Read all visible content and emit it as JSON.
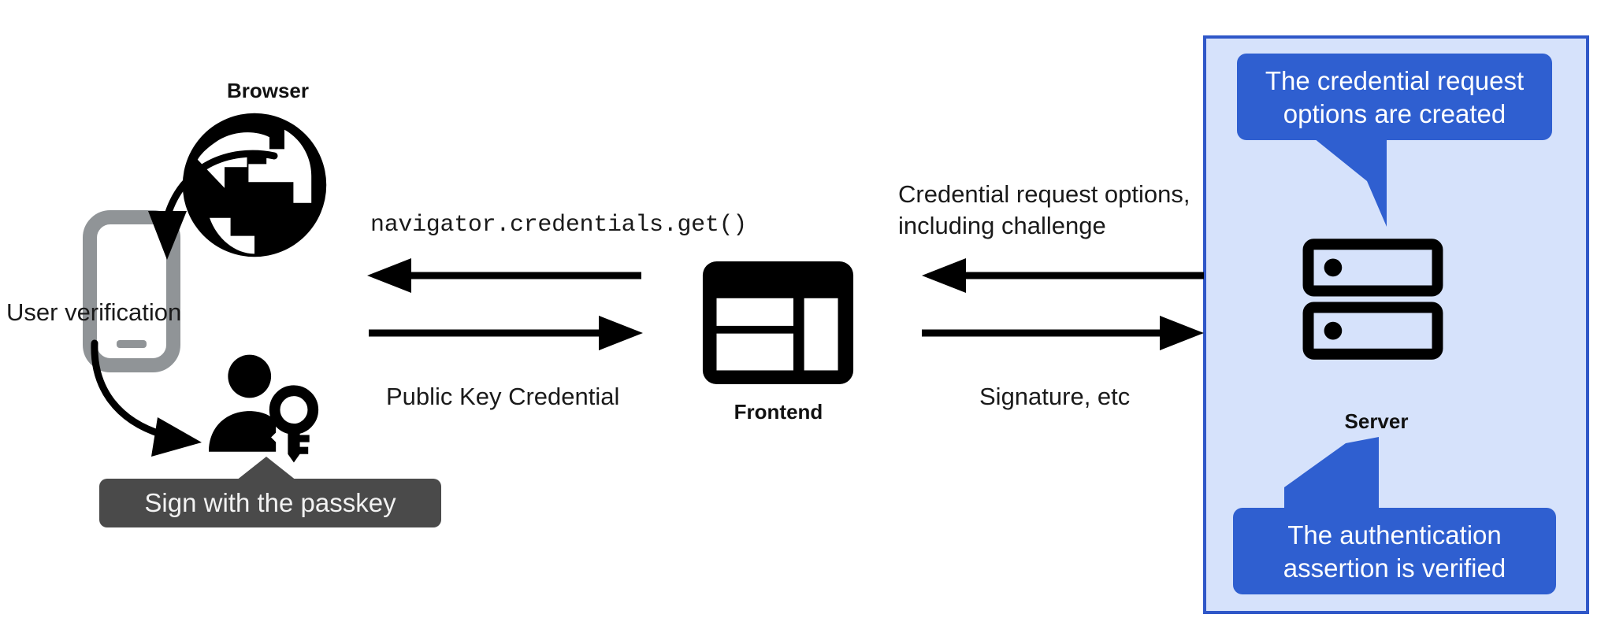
{
  "diagram": {
    "title": "WebAuthn passkey authentication flow",
    "background": "#ffffff"
  },
  "colors": {
    "ink": "#000000",
    "gray_device": "#909497",
    "panel_fill": "#d6e2fb",
    "panel_border": "#2f57c8",
    "callout_blue": "#2f5fd0",
    "tooltip_gray": "#4a4a4a",
    "text": "#1a1a1a"
  },
  "nodes": {
    "browser": {
      "caption": "Browser",
      "icon": "globe-icon"
    },
    "device": {
      "icon": "mobile-phone-icon"
    },
    "user": {
      "icon": "person-with-key-icon"
    },
    "frontend": {
      "caption": "Frontend",
      "icon": "frontend-window-icon"
    },
    "server": {
      "caption": "Server",
      "icon": "server-rack-icon"
    }
  },
  "labels": {
    "user_verification": "User verification",
    "navigator_call": "navigator.credentials.get()",
    "public_key_credential": "Public Key Credential",
    "credential_request_options_line1": "Credential request options,",
    "credential_request_options_line2": "including challenge",
    "signature_etc": "Signature, etc"
  },
  "tooltips": {
    "passkey": "Sign with the passkey"
  },
  "callouts": {
    "top": {
      "line1": "The credential request",
      "line2": "options are created"
    },
    "bottom": {
      "line1": "The authentication",
      "line2": "assertion is verified"
    }
  },
  "flows": [
    {
      "name": "browser-to-frontend-request",
      "label": "navigator.credentials.get()",
      "direction": "left",
      "from": "frontend",
      "to": "browser"
    },
    {
      "name": "browser-to-frontend-credential",
      "label": "Public Key Credential",
      "direction": "right",
      "from": "browser",
      "to": "frontend"
    },
    {
      "name": "server-to-frontend-options",
      "label": "Credential request options, including challenge",
      "direction": "left",
      "from": "server",
      "to": "frontend"
    },
    {
      "name": "frontend-to-server-signature",
      "label": "Signature, etc",
      "direction": "right",
      "from": "frontend",
      "to": "server"
    },
    {
      "name": "browser-to-device-verification",
      "label": "User verification",
      "direction": "curved-down-left",
      "from": "browser",
      "to": "device"
    },
    {
      "name": "device-to-user-sign",
      "label": "Sign with the passkey",
      "direction": "curved-down-right",
      "from": "device",
      "to": "user"
    }
  ]
}
